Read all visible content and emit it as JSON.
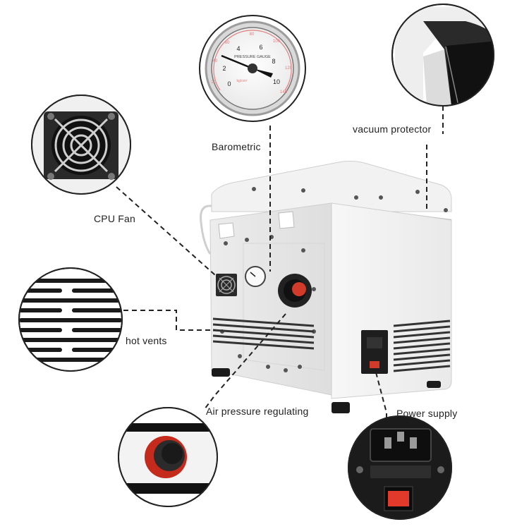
{
  "callouts": {
    "barometric": "Barometric",
    "vacuum_protector": "vacuum protector",
    "cpu_fan": "CPU Fan",
    "hot_vents": "hot vents",
    "air_pressure": "Air pressure regulating",
    "power_supply": "Power supply"
  },
  "gauge": {
    "label": "PRESSURE GAUGE",
    "unit": "kg/cm²",
    "inner_ticks": [
      "0",
      "2",
      "4",
      "6",
      "8",
      "10"
    ],
    "outer_ticks": [
      "20",
      "40",
      "60",
      "80",
      "100",
      "120",
      "140"
    ]
  },
  "colors": {
    "line": "#222222",
    "machine_body": "#f4f4f4",
    "accent_red": "#d23a2a"
  }
}
